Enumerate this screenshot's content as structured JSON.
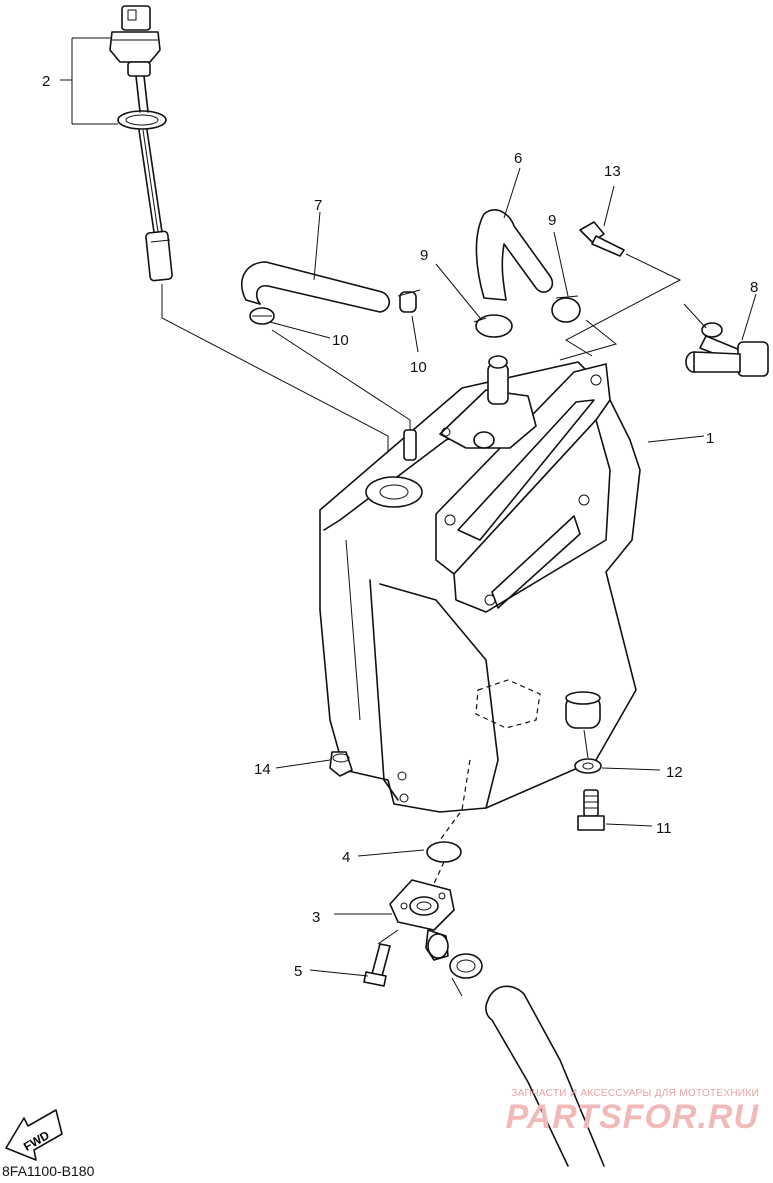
{
  "diagram": {
    "code": "8FA1100-B180",
    "fwd_label": "FWD",
    "callouts": {
      "c1": "1",
      "c2": "2",
      "c3": "3",
      "c4": "4",
      "c5": "5",
      "c6": "6",
      "c7": "7",
      "c8": "8",
      "c9a": "9",
      "c9b": "9",
      "c10a": "10",
      "c10b": "10",
      "c11": "11",
      "c12": "12",
      "c13": "13",
      "c14": "14"
    }
  },
  "watermark": {
    "tagline": "ЗАПЧАСТИ И АКСЕССУАРЫ ДЛЯ МОТОТЕХНИКИ",
    "brand": "PARTSFOR.RU"
  }
}
